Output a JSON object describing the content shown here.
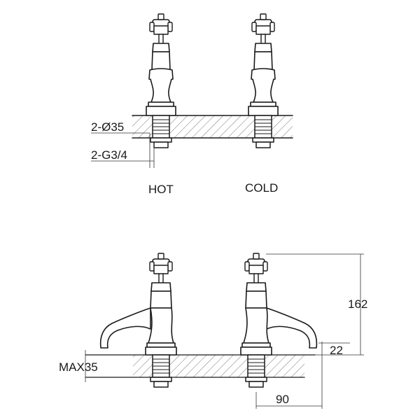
{
  "front_view": {
    "labels": {
      "hole_diameter": "2-Ø35",
      "thread": "2-G3/4",
      "hot": "HOT",
      "cold": "COLD"
    }
  },
  "side_view": {
    "labels": {
      "max_thickness": "MAX35",
      "height": "162",
      "spout_height": "22",
      "projection": "90"
    }
  }
}
